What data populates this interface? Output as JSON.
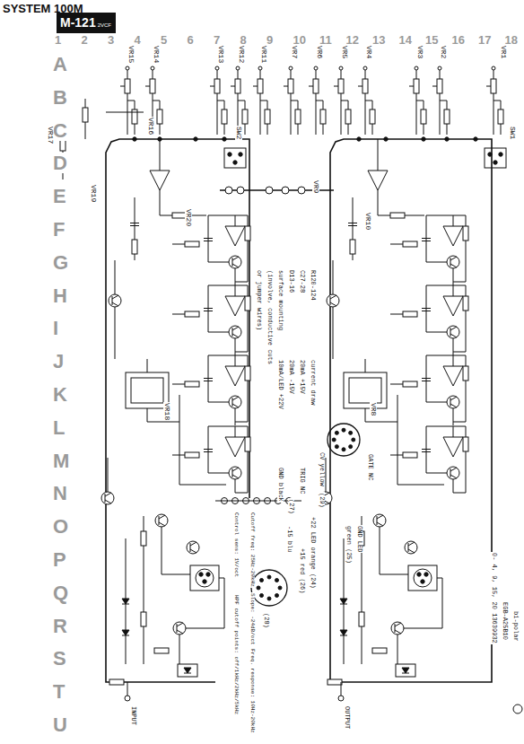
{
  "diagram": {
    "title": "SYSTEM 100M",
    "nodes": [
      {
        "text": [
          "M-121",
          "2VCF"
        ]
      }
    ],
    "edges": [],
    "labels": [
      "1",
      "2",
      "3",
      "4",
      "5",
      "6",
      "7",
      "8",
      "9",
      "10",
      "11",
      "12",
      "13",
      "14",
      "15",
      "16",
      "17",
      "18",
      "A",
      "B",
      "C",
      "D",
      "E",
      "F",
      "G",
      "H",
      "I",
      "J",
      "K",
      "L",
      "M",
      "N",
      "O",
      "P",
      "Q",
      "R",
      "S",
      "T",
      "U",
      "VR15",
      "VR14",
      "VR13",
      "VR12",
      "VR11",
      "VR7",
      "VR6",
      "VR5",
      "VR4",
      "VR3",
      "VR2",
      "VR1",
      "VR17",
      "VR16",
      "VR19",
      "VR20",
      "VR18",
      "VR9",
      "VR10",
      "VR8",
      "SW2",
      "SW1",
      "Cutoff freq: 25Hz-20kHz",
      "Slope: -24dB/oct",
      "Freq. response: 10Hz-20kHz",
      "Control sens: 1V/oct",
      "HPF cutoff points: off/1kHz/2kHz/5kHz",
      "R120-124",
      "C27-28",
      "D13-16",
      "surface mounting",
      "(involve, conductive cuts",
      "or jumper wires)",
      "current draw",
      "20mA +15V",
      "20mA -15V",
      "10mA/LED +22V",
      "CV yellow",
      "(29)",
      "GATE NC",
      "GND LED",
      "green (25)",
      "+22 LED orange (24)",
      "TRIG NC",
      "(27)",
      "GND black",
      "(28)",
      "+15 red (26)",
      "-15 blu",
      "INPUT",
      "OUTPUT",
      "bi-polar",
      "EGB-A25B10",
      "0- 4, 9, 15, 20 13639932"
    ]
  }
}
